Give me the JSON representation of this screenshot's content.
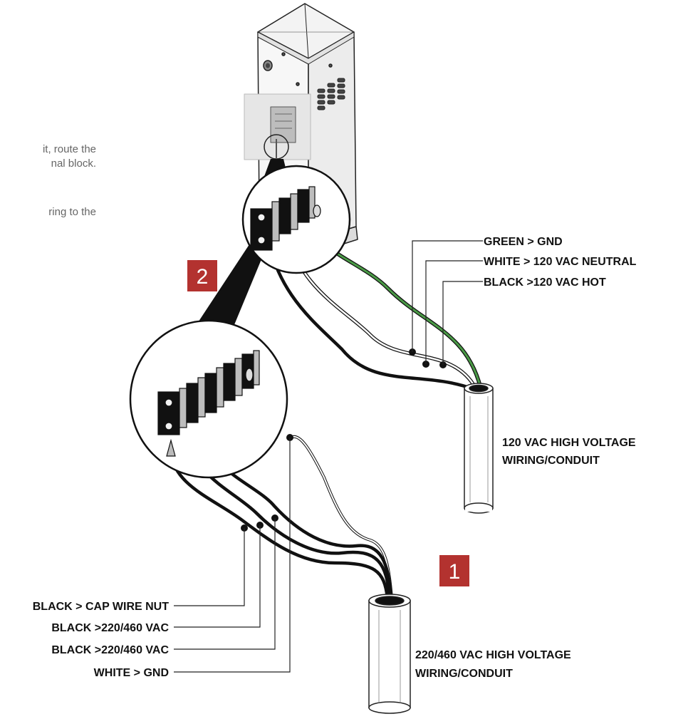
{
  "intro_text": {
    "line_1": "it, route the",
    "line_2": "nal block.",
    "line_3": "ring to the"
  },
  "steps": {
    "step_1": "1",
    "step_2": "2"
  },
  "labels_120": {
    "green": "GREEN > GND",
    "white": "WHITE > 120 VAC NEUTRAL",
    "black": "BLACK >120 VAC HOT",
    "conduit_line_1": "120 VAC HIGH VOLTAGE",
    "conduit_line_2": "WIRING/CONDUIT"
  },
  "labels_220": {
    "black_cap": "BLACK > CAP WIRE NUT",
    "black_a": "BLACK >220/460 VAC",
    "black_b": "BLACK >220/460 VAC",
    "white_gnd": "WHITE > GND",
    "conduit_line_1": "220/460 VAC HIGH VOLTAGE",
    "conduit_line_2": "WIRING/CONDUIT"
  },
  "colors": {
    "step_badge": "#b3322f",
    "wire_black": "#111111",
    "wire_white": "#ffffff",
    "wire_green": "#4a9a46",
    "outline": "#222222"
  }
}
